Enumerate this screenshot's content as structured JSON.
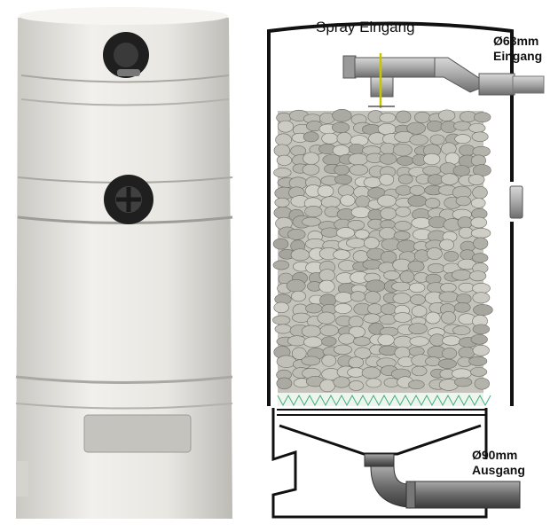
{
  "labels": {
    "spray_inlet": "Spray Eingang",
    "inlet": {
      "size": "Ø63mm",
      "name": "Eingang"
    },
    "outlet": {
      "size": "Ø90mm",
      "name": "Ausgang"
    }
  },
  "colors": {
    "tank_body": "#e6e5e0",
    "gravel": "#b9b8b0",
    "mesh": "#3fae7a",
    "pipe": "#8f8f8f",
    "spray_rod": "#c8c400"
  }
}
